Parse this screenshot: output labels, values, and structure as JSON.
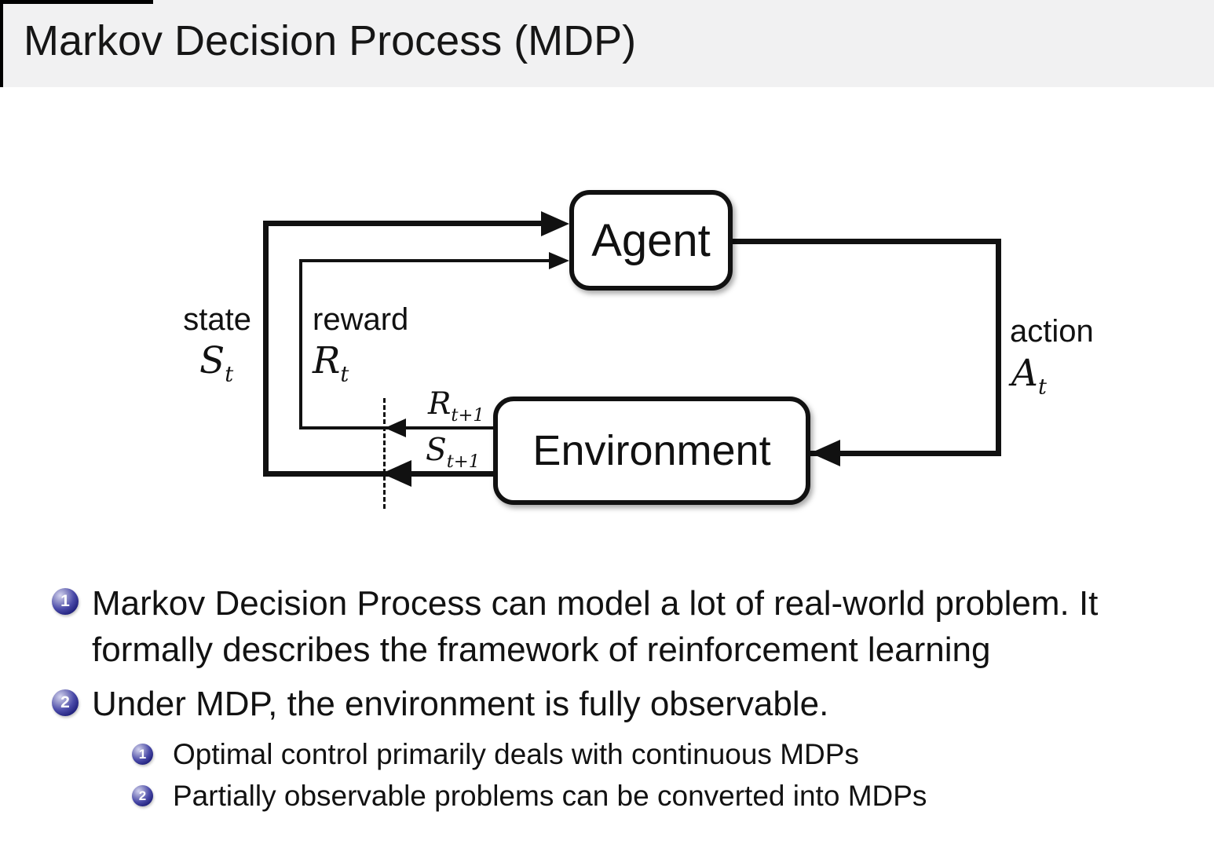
{
  "header": {
    "title": "Markov Decision Process (MDP)"
  },
  "diagram": {
    "agent_label": "Agent",
    "environment_label": "Environment",
    "state_label": "state",
    "state_symbol": {
      "base": "S",
      "sub": "t"
    },
    "reward_label": "reward",
    "reward_symbol": {
      "base": "R",
      "sub": "t"
    },
    "action_label": "action",
    "action_symbol": {
      "base": "A",
      "sub": "t"
    },
    "next_reward_symbol": {
      "base": "R",
      "sub": "t+1"
    },
    "next_state_symbol": {
      "base": "S",
      "sub": "t+1"
    }
  },
  "bullets": [
    {
      "number": "1",
      "lines": [
        "Markov Decision Process can model a lot of real-world problem. It",
        "formally describes the framework of reinforcement learning"
      ]
    },
    {
      "number": "2",
      "lines": [
        "Under MDP, the environment is fully observable."
      ]
    }
  ],
  "sub_bullets": [
    {
      "number": "1",
      "text": "Optimal control primarily deals with continuous MDPs"
    },
    {
      "number": "2",
      "text": "Partially observable problems can be converted into MDPs"
    }
  ],
  "colors": {
    "header_bg": "#f1f1f2",
    "body_bg": "#ffffff",
    "line_black": "#111111",
    "ball_blue_dark": "#20207c",
    "ball_blue_light": "#d4d4f0",
    "text": "#141414"
  }
}
